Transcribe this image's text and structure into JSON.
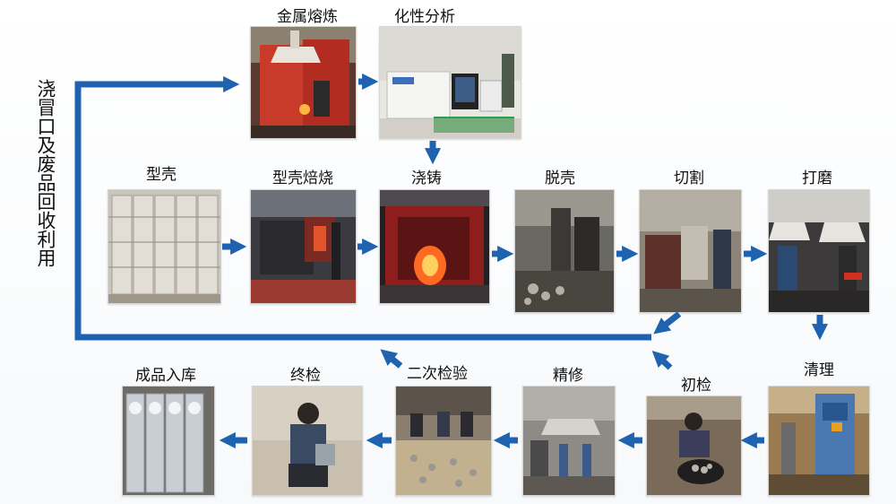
{
  "side_text": "浇冒口及废品回收利用",
  "colors": {
    "arrow": "#1f62b0",
    "text": "#111111"
  },
  "steps": {
    "metal_melting": "金属熔炼",
    "chemical_analysis": "化性分析",
    "shell": "型壳",
    "shell_roasting": "型壳焙烧",
    "pouring": "浇铸",
    "shell_removal": "脱壳",
    "cutting": "切割",
    "grinding": "打磨",
    "cleaning": "清理",
    "initial_inspection": "初检",
    "finishing": "精修",
    "second_inspection": "二次检验",
    "final_inspection": "终检",
    "warehousing": "成品入库"
  }
}
